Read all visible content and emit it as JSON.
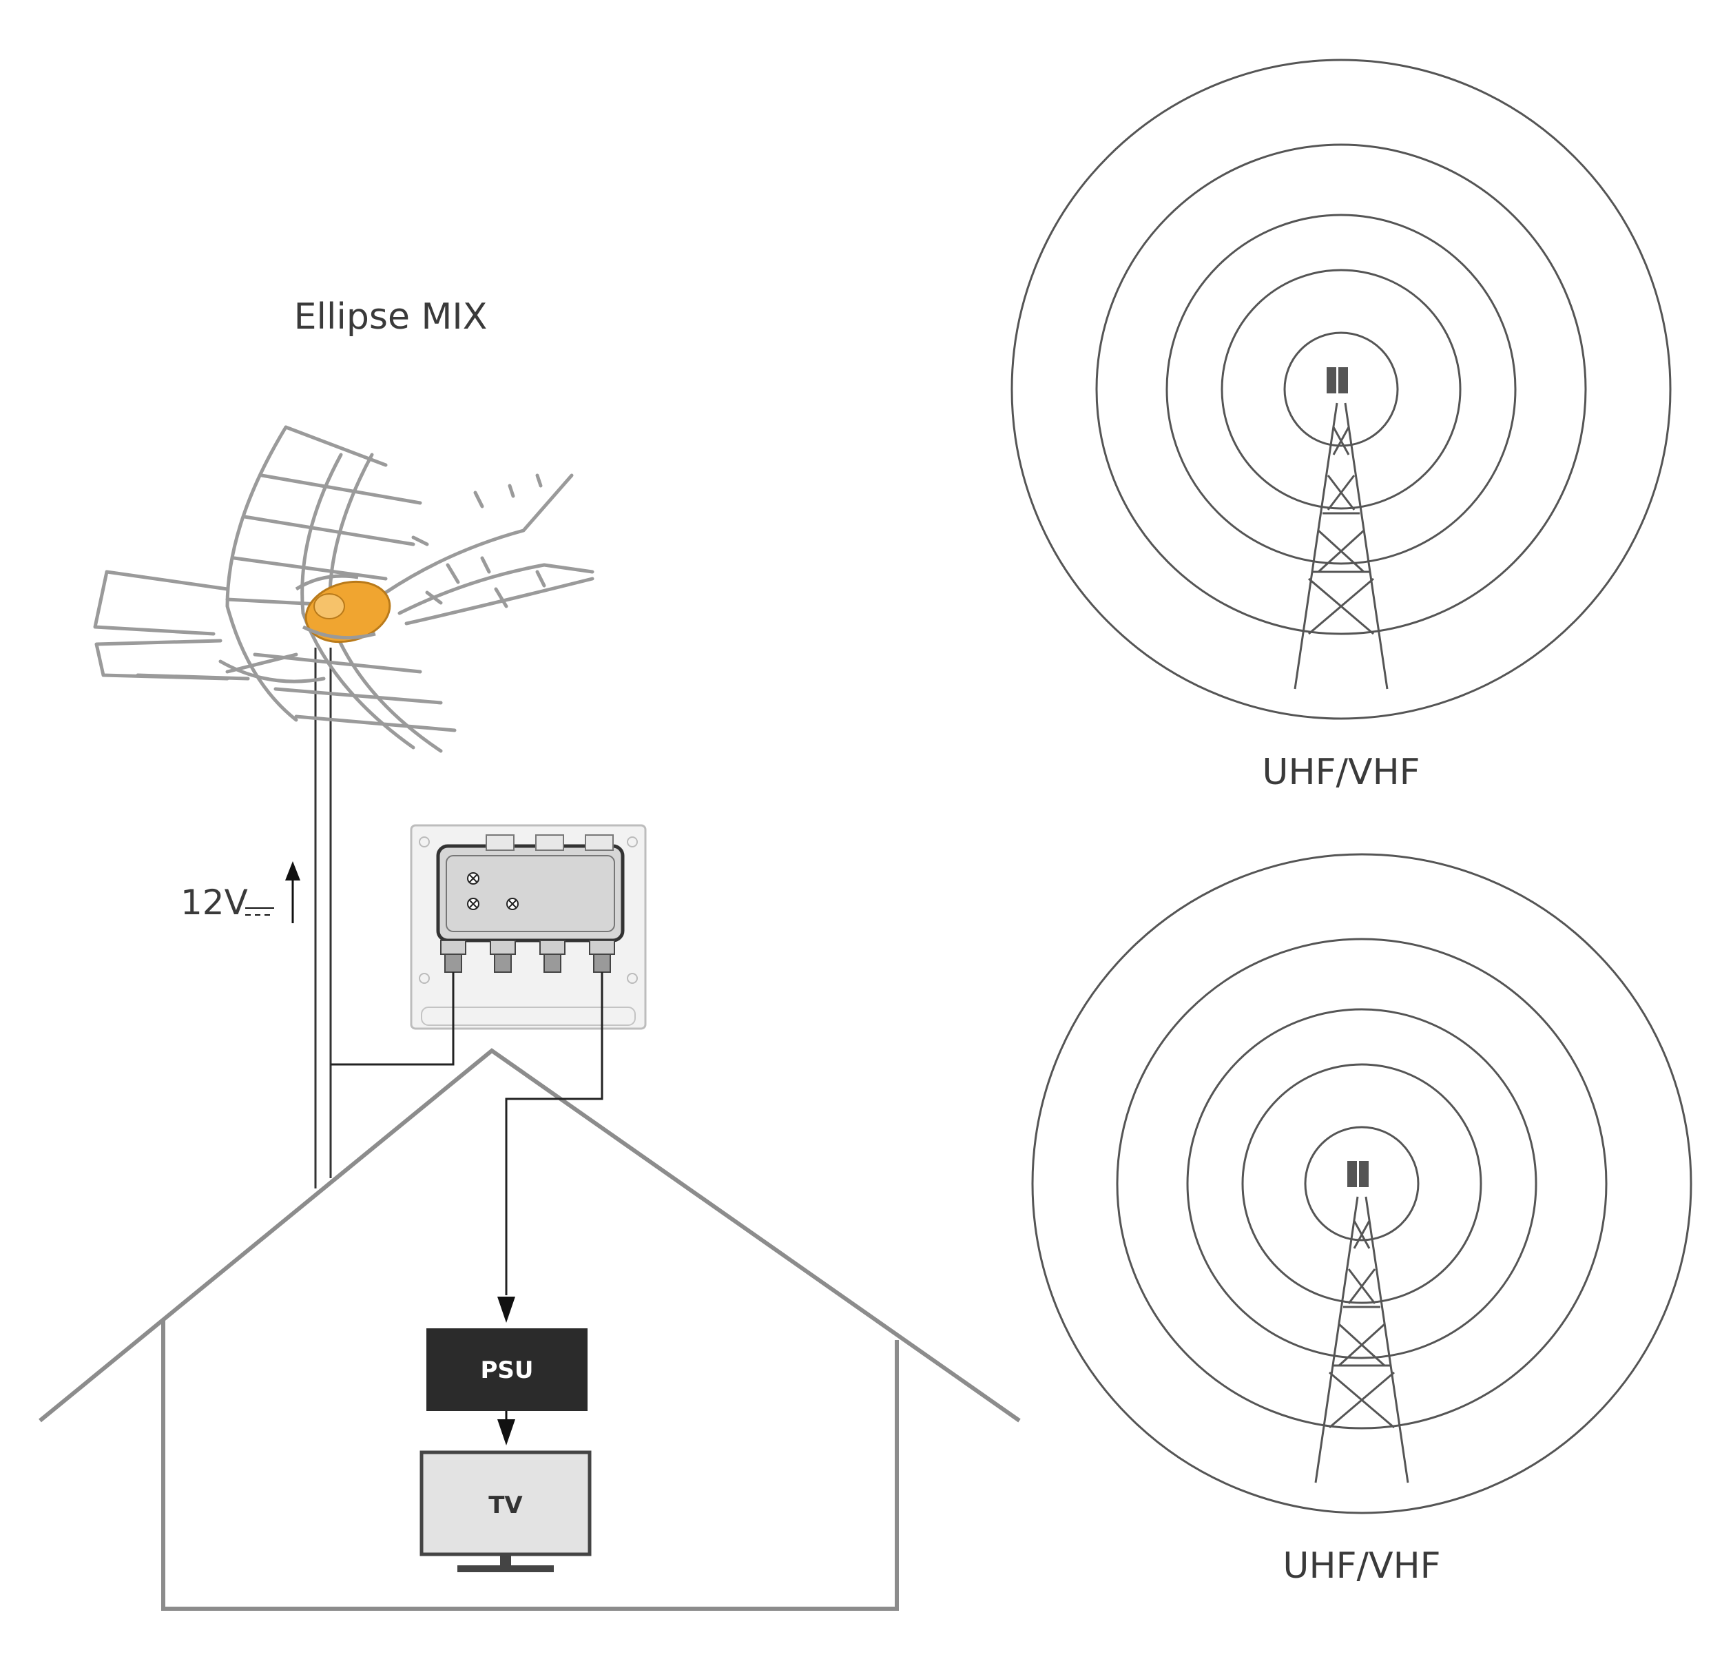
{
  "labels": {
    "antenna_name": "Ellipse MIX",
    "voltage": "12V",
    "transmitter_top": "UHF/VHF",
    "transmitter_bottom": "UHF/VHF",
    "psu": "PSU",
    "tv": "TV"
  },
  "colors": {
    "line": "#4a4a4a",
    "house": "#8c8c8c",
    "psu_fill": "#2b2b2b",
    "tv_fill": "#e3e3e3",
    "antenna_accent": "#f0a530",
    "antenna_frame": "#9a9a9a",
    "amplifier_body": "#d6d6d6"
  },
  "icons": {
    "transmitter": "radio-tower-icon",
    "antenna": "tv-antenna-icon",
    "amplifier": "mast-amplifier-icon",
    "tv": "television-icon"
  }
}
